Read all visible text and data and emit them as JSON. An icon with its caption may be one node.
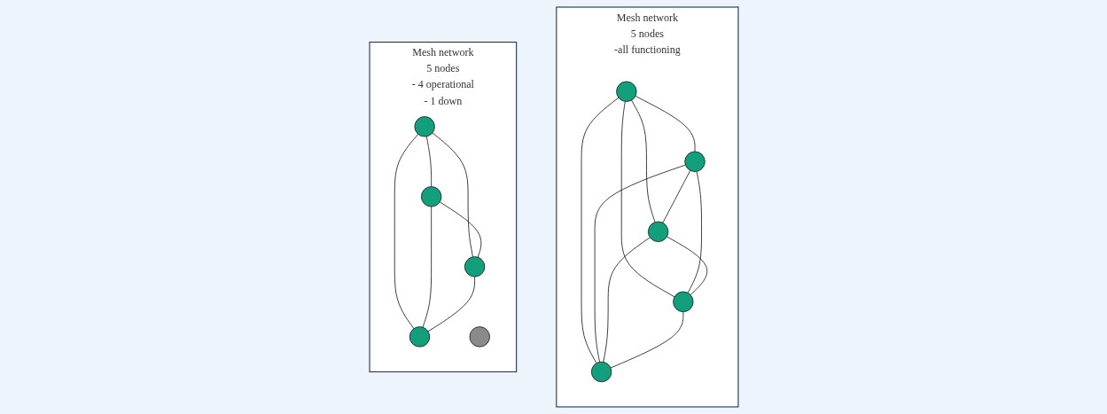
{
  "diagram": {
    "nodes": [
      {
        "text": [
          "Mesh network",
          "5 nodes",
          "-all functioning"
        ]
      },
      {
        "text": [],
        "shape": "circle",
        "in": 0
      },
      {
        "text": [],
        "shape": "circle",
        "in": 0
      },
      {
        "text": [],
        "shape": "circle",
        "in": 0
      },
      {
        "text": [],
        "shape": "circle",
        "in": 0
      },
      {
        "text": [],
        "shape": "circle",
        "in": 0
      },
      {
        "text": [
          "Mesh network",
          "5 nodes",
          "- 4 operational",
          "- 1 down"
        ]
      },
      {
        "text": [],
        "shape": "circle",
        "in": 6
      },
      {
        "text": [],
        "shape": "circle",
        "in": 6
      },
      {
        "text": [],
        "shape": "circle",
        "in": 6
      },
      {
        "text": [],
        "shape": "circle",
        "in": 6
      },
      {
        "text": [],
        "shape": "circle",
        "in": 6
      }
    ],
    "edges": [
      {
        "from": 1,
        "to": 2,
        "arrow": "none"
      },
      {
        "from": 1,
        "to": 3,
        "arrow": "none"
      },
      {
        "from": 1,
        "to": 4,
        "arrow": "none"
      },
      {
        "from": 1,
        "to": 5,
        "arrow": "none"
      },
      {
        "from": 2,
        "to": 3,
        "arrow": "none"
      },
      {
        "from": 2,
        "to": 4,
        "arrow": "none"
      },
      {
        "from": 2,
        "to": 5,
        "arrow": "none"
      },
      {
        "from": 3,
        "to": 4,
        "arrow": "none"
      },
      {
        "from": 3,
        "to": 5,
        "arrow": "none"
      },
      {
        "from": 4,
        "to": 5,
        "arrow": "none"
      },
      {
        "from": 7,
        "to": 8,
        "arrow": "none"
      },
      {
        "from": 7,
        "to": 9,
        "arrow": "none"
      },
      {
        "from": 7,
        "to": 10,
        "arrow": "none"
      },
      {
        "from": 8,
        "to": 9,
        "arrow": "none"
      },
      {
        "from": 8,
        "to": 10,
        "arrow": "none"
      },
      {
        "from": 9,
        "to": 10,
        "arrow": "none"
      }
    ]
  }
}
